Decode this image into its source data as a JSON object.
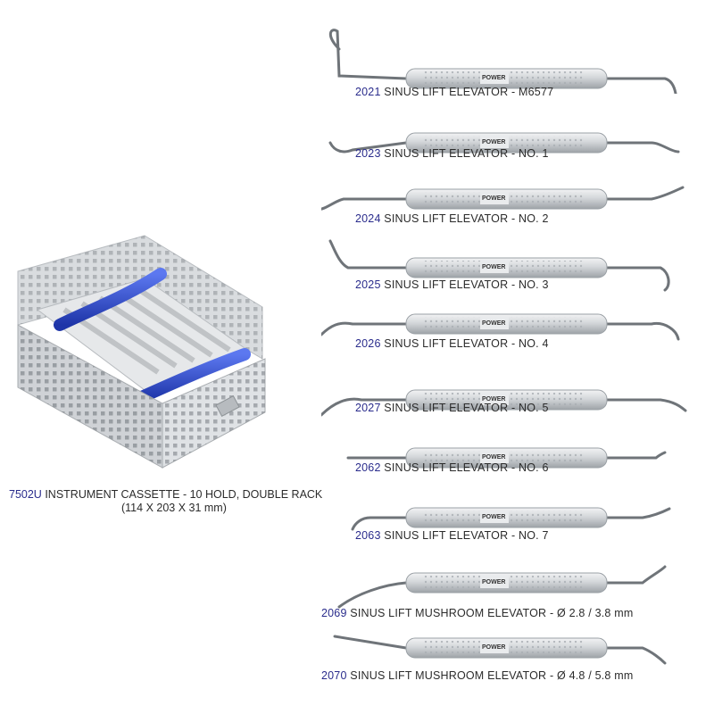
{
  "brand": {
    "mark": "POWER"
  },
  "cassette": {
    "code": "7502U",
    "name": "INSTRUMENT CASSETTE - 10 HOLD, DOUBLE RACK",
    "dimensions": "(114 X 203 X 31 mm)",
    "colors": {
      "rack": "#2e49c9",
      "steel": "#c8ccd0"
    }
  },
  "instruments": [
    {
      "code": "2021",
      "name": "SINUS LIFT ELEVATOR - M6577"
    },
    {
      "code": "2023",
      "name": "SINUS LIFT ELEVATOR - NO. 1"
    },
    {
      "code": "2024",
      "name": "SINUS LIFT ELEVATOR - NO. 2"
    },
    {
      "code": "2025",
      "name": "SINUS LIFT ELEVATOR - NO. 3"
    },
    {
      "code": "2026",
      "name": "SINUS LIFT ELEVATOR - NO. 4"
    },
    {
      "code": "2027",
      "name": "SINUS LIFT ELEVATOR - NO. 5"
    },
    {
      "code": "2062",
      "name": "SINUS LIFT ELEVATOR - NO. 6"
    },
    {
      "code": "2063",
      "name": "SINUS LIFT ELEVATOR - NO. 7"
    },
    {
      "code": "2069",
      "name": "SINUS LIFT MUSHROOM ELEVATOR - Ø 2.8 / 3.8 mm"
    },
    {
      "code": "2070",
      "name": "SINUS LIFT MUSHROOM ELEVATOR - Ø 4.8 / 5.8 mm"
    }
  ]
}
